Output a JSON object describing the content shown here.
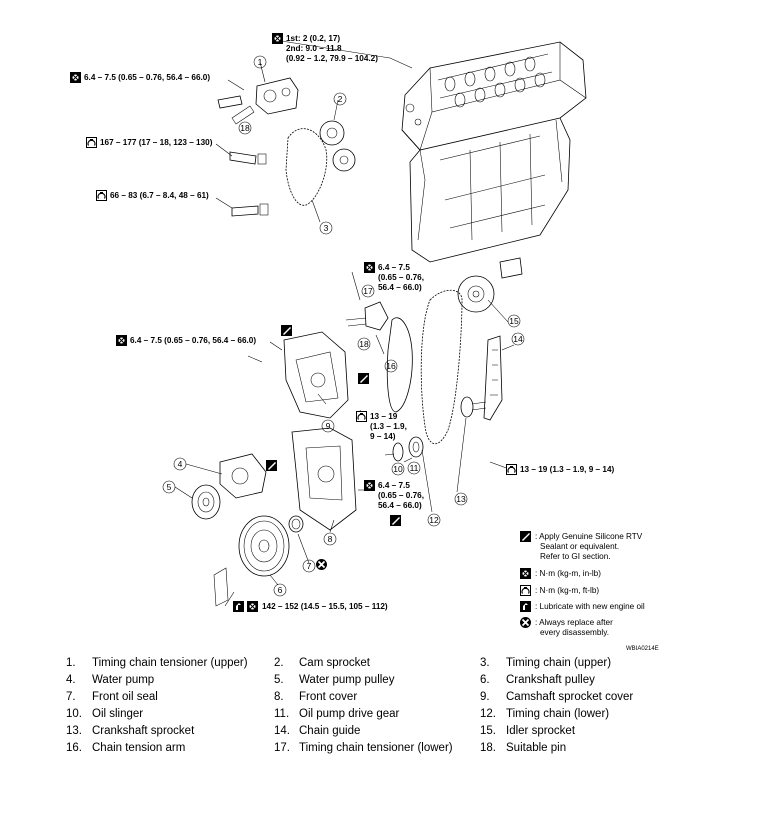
{
  "torque_specs": {
    "t1_line1": "1st: 2 (0.2, 17)",
    "t1_line2": "2nd: 9.0 – 11.8",
    "t1_line3": "(0.92 – 1.2, 79.9 – 104.2)",
    "t2": "6.4 – 7.5 (0.65 – 0.76, 56.4 – 66.0)",
    "t3": "167 – 177 (17 – 18, 123 – 130)",
    "t4": "66 – 83 (6.7 – 8.4, 48 – 61)",
    "t5_line1": "6.4 – 7.5",
    "t5_line2": "(0.65 – 0.76,",
    "t5_line3": "56.4 – 66.0)",
    "t6": "6.4 – 7.5 (0.65 – 0.76, 56.4 – 66.0)",
    "t7_line1": "13 – 19",
    "t7_line2": "(1.3 – 1.9,",
    "t7_line3": "9 – 14)",
    "t8": "13 – 19 (1.3 – 1.9, 9 – 14)",
    "t9_line1": "6.4 – 7.5",
    "t9_line2": "(0.65 – 0.76,",
    "t9_line3": "56.4 – 66.0)",
    "t10": "142 – 152 (14.5 – 15.5, 105 – 112)"
  },
  "callouts": {
    "c1": "1",
    "c2": "2",
    "c3": "3",
    "c4": "4",
    "c5": "5",
    "c6": "6",
    "c7": "7",
    "c8": "8",
    "c9": "9",
    "c10": "10",
    "c11": "11",
    "c12": "12",
    "c13": "13",
    "c14": "14",
    "c15": "15",
    "c16": "16",
    "c17": "17",
    "c18a": "18",
    "c18b": "18"
  },
  "legend": {
    "rtv_line1": ": Apply Genuine Silicone RTV",
    "rtv_line2": "Sealant or equivalent.",
    "rtv_line3": "Refer to GI section.",
    "nm_kgm_inlb": ": N·m (kg-m, in-lb)",
    "nm_kgm_ftlb": ": N·m (kg-m, ft-lb)",
    "lubricate": ": Lubricate with new engine oil",
    "replace_line1": ": Always replace after",
    "replace_line2": "every disassembly."
  },
  "figure_code": "WBIA0214E",
  "parts_list": [
    [
      {
        "num": "1.",
        "name": "Timing chain tensioner (upper)"
      },
      {
        "num": "2.",
        "name": "Cam sprocket"
      },
      {
        "num": "3.",
        "name": "Timing chain (upper)"
      }
    ],
    [
      {
        "num": "4.",
        "name": "Water pump"
      },
      {
        "num": "5.",
        "name": "Water pump pulley"
      },
      {
        "num": "6.",
        "name": "Crankshaft pulley"
      }
    ],
    [
      {
        "num": "7.",
        "name": "Front oil seal"
      },
      {
        "num": "8.",
        "name": "Front cover"
      },
      {
        "num": "9.",
        "name": "Camshaft sprocket cover"
      }
    ],
    [
      {
        "num": "10.",
        "name": "Oil slinger"
      },
      {
        "num": "11.",
        "name": "Oil pump drive gear"
      },
      {
        "num": "12.",
        "name": "Timing chain (lower)"
      }
    ],
    [
      {
        "num": "13.",
        "name": "Crankshaft sprocket"
      },
      {
        "num": "14.",
        "name": "Chain guide"
      },
      {
        "num": "15.",
        "name": "Idler sprocket"
      }
    ],
    [
      {
        "num": "16.",
        "name": "Chain tension arm"
      },
      {
        "num": "17.",
        "name": "Timing chain tensioner (lower)"
      },
      {
        "num": "18.",
        "name": "Suitable pin"
      }
    ]
  ]
}
